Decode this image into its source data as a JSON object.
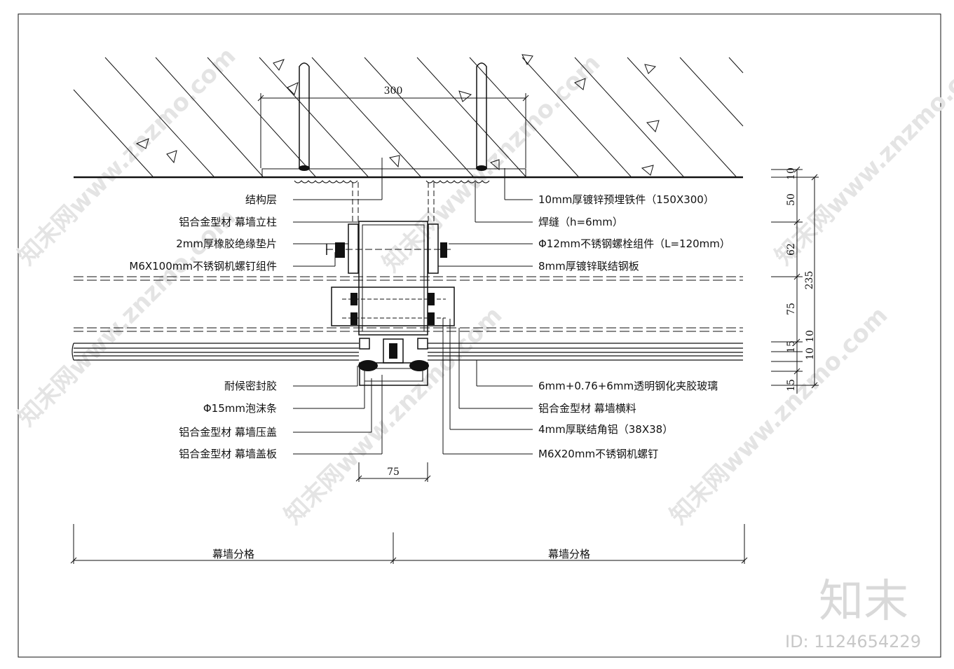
{
  "labels_left": [
    {
      "key": "structure_layer",
      "text": "结构层"
    },
    {
      "key": "mullion",
      "text": "铝合金型材  幕墙立柱"
    },
    {
      "key": "rubber_pad",
      "text": "2mm厚橡胶绝缘垫片"
    },
    {
      "key": "machine_screw",
      "text": "M6X100mm不锈钢机螺钉组件"
    },
    {
      "key": "sealant",
      "text": "耐候密封胶"
    },
    {
      "key": "foam_rod",
      "text": "Φ15mm泡沫条"
    },
    {
      "key": "pressure_plate",
      "text": "铝合金型材  幕墙压盖"
    },
    {
      "key": "cover_plate",
      "text": "铝合金型材  幕墙盖板"
    }
  ],
  "labels_right": [
    {
      "key": "embed_plate",
      "text": "10mm厚镀锌预埋铁件（150X300）"
    },
    {
      "key": "weld",
      "text": "焊缝（h=6mm）"
    },
    {
      "key": "bolt",
      "text": "Φ12mm不锈钢螺栓组件（L=120mm）"
    },
    {
      "key": "steel_plate",
      "text": "8mm厚镀锌联结钢板"
    },
    {
      "key": "glass",
      "text": "6mm+0.76+6mm透明钢化夹胶玻璃"
    },
    {
      "key": "transom",
      "text": "铝合金型材  幕墙横料"
    },
    {
      "key": "angle_alu",
      "text": "4mm厚联结角铝（38X38）"
    },
    {
      "key": "small_screw",
      "text": "M6X20mm不锈钢机螺钉"
    }
  ],
  "dimensions": {
    "embed_width": "300",
    "mullion_width": "75",
    "right_stack": [
      "10",
      "50",
      "62",
      "75",
      "15",
      "10",
      "10",
      "15"
    ],
    "right_total": "235"
  },
  "grid_labels": [
    "幕墙分格",
    "幕墙分格"
  ],
  "watermark": {
    "text": "知末网www.znzmo.com",
    "brand": "知末",
    "id": "ID: 1124654229"
  }
}
